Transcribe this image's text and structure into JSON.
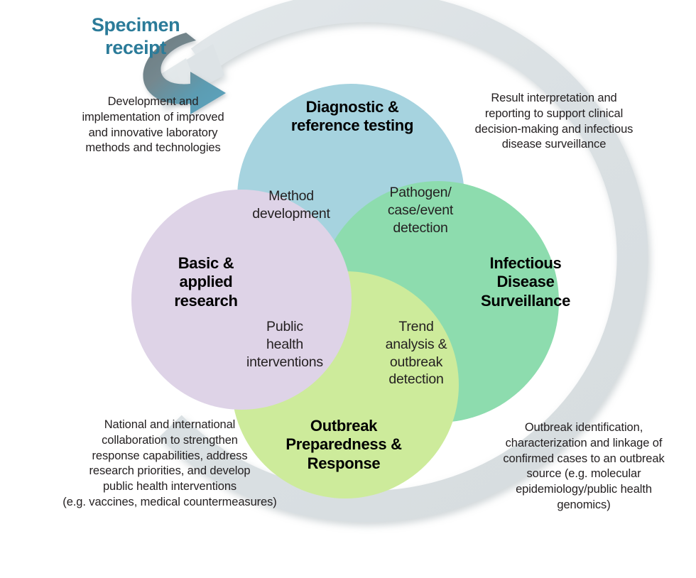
{
  "diagram": {
    "title_label": "Specimen\nreceipt",
    "accent_color": "#2b7b99",
    "ring_color": "#dce2e5",
    "type": "venn-4-circle-with-cycle-arrow"
  },
  "circles": [
    {
      "id": "diagnostic",
      "label": "Diagnostic &\nreference testing",
      "color": "#a6d3df",
      "position": "top"
    },
    {
      "id": "surveillance",
      "label": "Infectious\nDisease\nSurveillance",
      "color": "#8ddcae",
      "position": "right"
    },
    {
      "id": "outbreak",
      "label": "Outbreak\nPreparedness &\nResponse",
      "color": "#cdeb9b",
      "position": "bottom"
    },
    {
      "id": "research",
      "label": "Basic &\napplied\nresearch",
      "color": "#ded3e7",
      "position": "left"
    }
  ],
  "intersections": [
    {
      "id": "method-development",
      "label": "Method\ndevelopment",
      "color": "#a8b6d4",
      "between": "Diagnostic & reference testing / Basic & applied research"
    },
    {
      "id": "pathogen-detection",
      "label": "Pathogen/\ncase/event\ndetection",
      "color": "#6fc9a4",
      "between": "Diagnostic & reference testing / Infectious Disease Surveillance"
    },
    {
      "id": "public-health-interventions",
      "label": "Public\nhealth\ninterventions",
      "color": "#c3cdaf",
      "between": "Basic & applied research / Outbreak Preparedness & Response"
    },
    {
      "id": "trend-analysis",
      "label": "Trend\nanalysis &\noutbreak\ndetection",
      "color": "#8fe07a",
      "between": "Infectious Disease Surveillance / Outbreak Preparedness & Response"
    }
  ],
  "captions": [
    {
      "id": "top-left",
      "text": "Development and\nimplementation of improved\nand innovative laboratory\nmethods and technologies"
    },
    {
      "id": "top-right",
      "text": "Result interpretation and\nreporting to support clinical\ndecision-making and infectious\ndisease surveillance"
    },
    {
      "id": "bottom-left",
      "text": "National and international\ncollaboration to strengthen\nresponse capabilities, address\nresearch priorities, and develop\npublic health interventions\n(e.g. vaccines, medical countermeasures)"
    },
    {
      "id": "bottom-right",
      "text": "Outbreak identification,\ncharacterization and linkage of\nconfirmed cases to an outbreak\nsource (e.g. molecular\nepidemiology/public health\ngenomics)"
    }
  ]
}
